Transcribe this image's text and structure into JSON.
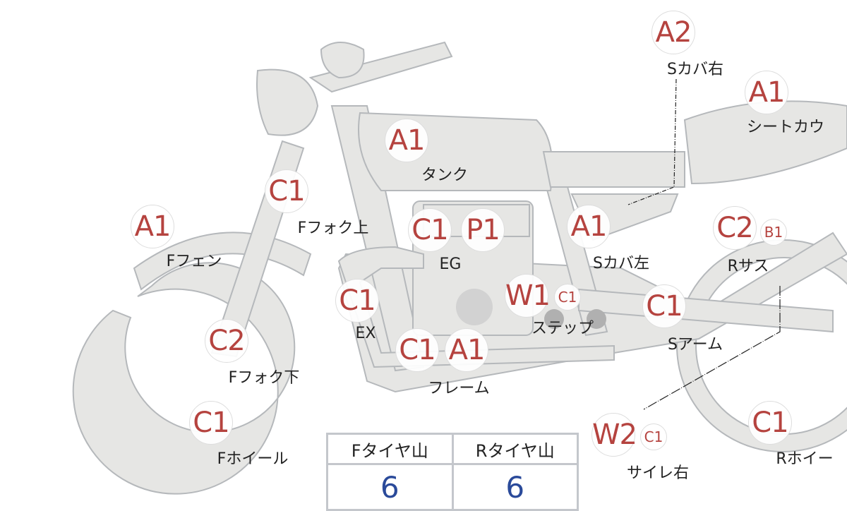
{
  "parts": [
    {
      "grade": "A2",
      "label": "Sカバ右"
    },
    {
      "grade": "A1",
      "label": "シートカウ"
    },
    {
      "grade": "A1",
      "label": "タンク"
    },
    {
      "grade": "C1",
      "label": "Fフォク上"
    },
    {
      "grade": "A1",
      "label": "Fフェン"
    },
    {
      "grade": "C1",
      "grade2": "P1",
      "label": "EG"
    },
    {
      "grade": "A1",
      "label": "Sカバ左"
    },
    {
      "grade": "C2",
      "sub": "B1",
      "label": "Rサス"
    },
    {
      "grade": "C1",
      "label": "EX"
    },
    {
      "grade": "W1",
      "sub": "C1",
      "label": "ステップ"
    },
    {
      "grade": "C1",
      "label": "Sアーム"
    },
    {
      "grade": "C2",
      "label": "Fフォク下"
    },
    {
      "grade": "C1",
      "grade2": "A1",
      "label": "フレーム"
    },
    {
      "grade": "C1",
      "label": "Fホイール"
    },
    {
      "grade": "W2",
      "sub": "C1",
      "label": "サイレ右"
    },
    {
      "grade": "C1",
      "label": "Rホイー"
    }
  ],
  "tire_table": {
    "headers": [
      "Fタイヤ山",
      "Rタイヤ山"
    ],
    "values": [
      "6",
      "6"
    ]
  },
  "colors": {
    "grade": "#b5433f",
    "value": "#2a4a9a",
    "body": "#e6e6e4"
  }
}
